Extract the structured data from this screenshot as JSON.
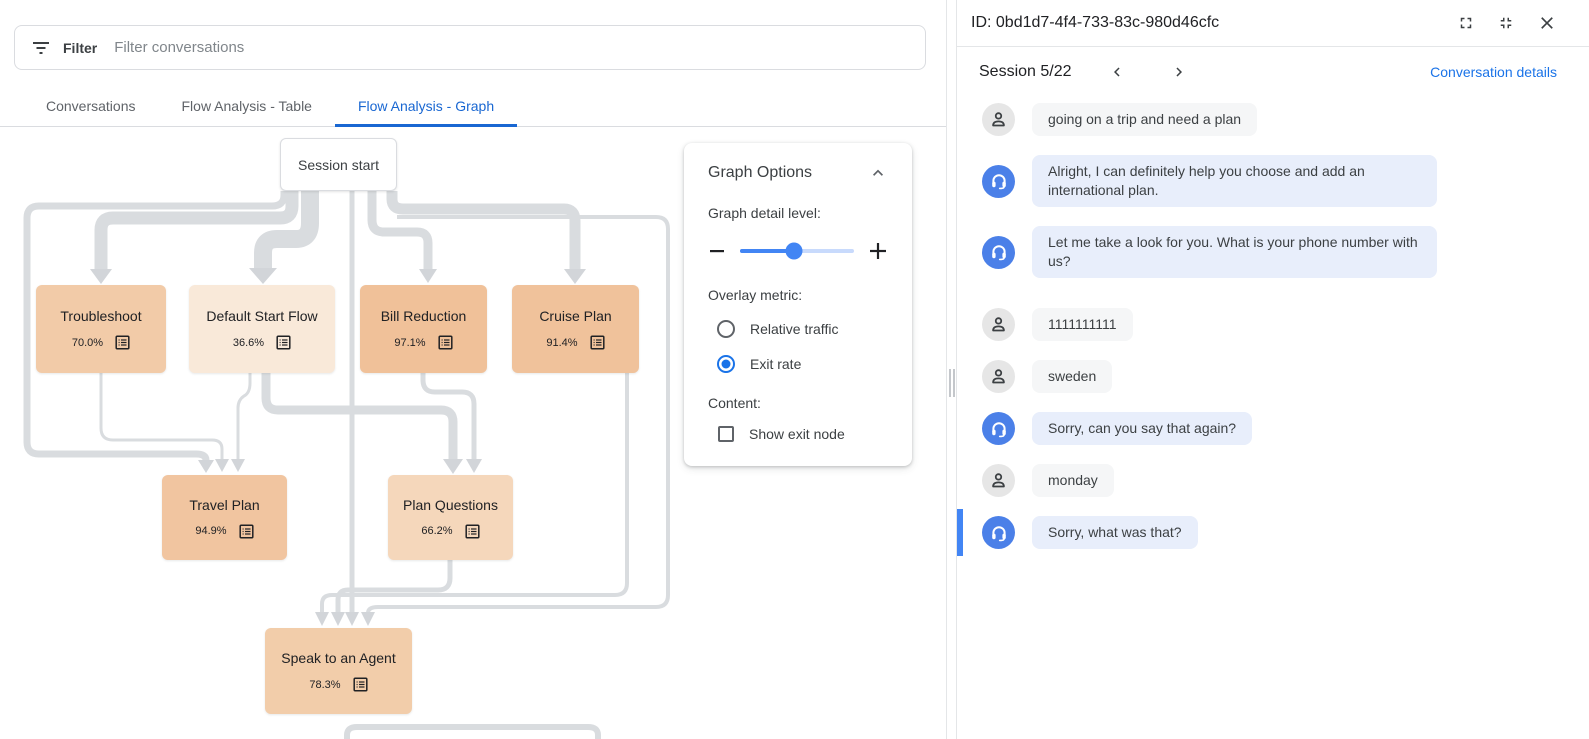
{
  "filter": {
    "label": "Filter",
    "placeholder": "Filter conversations"
  },
  "tabs": [
    {
      "label": "Conversations",
      "active": false
    },
    {
      "label": "Flow Analysis - Table",
      "active": false
    },
    {
      "label": "Flow Analysis - Graph",
      "active": true
    }
  ],
  "graph": {
    "nodes": [
      {
        "id": "session-start",
        "label": "Session start",
        "color": "#ffffff"
      },
      {
        "id": "troubleshoot",
        "label": "Troubleshoot",
        "exit_rate": "70.0%",
        "color": "#f2cba8"
      },
      {
        "id": "default-start-flow",
        "label": "Default Start Flow",
        "exit_rate": "36.6%",
        "color": "#f9e9d9"
      },
      {
        "id": "bill-reduction",
        "label": "Bill Reduction",
        "exit_rate": "97.1%",
        "color": "#f0c199"
      },
      {
        "id": "cruise-plan",
        "label": "Cruise Plan",
        "exit_rate": "91.4%",
        "color": "#f0c29b"
      },
      {
        "id": "travel-plan",
        "label": "Travel Plan",
        "exit_rate": "94.9%",
        "color": "#f1c5a0"
      },
      {
        "id": "plan-questions",
        "label": "Plan Questions",
        "exit_rate": "66.2%",
        "color": "#f5d7bb"
      },
      {
        "id": "speak-to-an-agent",
        "label": "Speak to an Agent",
        "exit_rate": "78.3%",
        "color": "#f2cdaa"
      }
    ]
  },
  "graph_options": {
    "title": "Graph Options",
    "detail_level_label": "Graph detail level:",
    "detail_level_percent": "47%",
    "overlay_metric_label": "Overlay metric:",
    "radios": [
      {
        "label": "Relative traffic",
        "selected": false
      },
      {
        "label": "Exit rate",
        "selected": true
      }
    ],
    "content_label": "Content:",
    "checkbox_label": "Show exit node",
    "checkbox_checked": false,
    "accent_color": "#4285f4"
  },
  "detail_panel": {
    "title": "ID: 0bd1d7-4f4-733-83c-980d46cfc",
    "session_label": "Session 5/22",
    "details_link": "Conversation details",
    "selected_color": "#4285f4",
    "messages": [
      {
        "sender": "user",
        "text": "going on a trip and need a plan"
      },
      {
        "sender": "bot",
        "text": "Alright, I can definitely help you choose and add an international plan."
      },
      {
        "sender": "bot",
        "text": "Let me take a look for you. What is your phone number with us?"
      },
      {
        "sender": "user",
        "text": "1111111111"
      },
      {
        "sender": "user",
        "text": "sweden"
      },
      {
        "sender": "bot",
        "text": "Sorry, can you say that again?"
      },
      {
        "sender": "user",
        "text": "monday"
      },
      {
        "sender": "bot",
        "text": "Sorry, what was that?",
        "selected": true
      }
    ]
  }
}
